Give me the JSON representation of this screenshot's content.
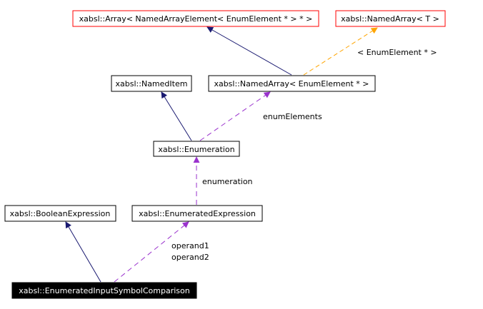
{
  "colors": {
    "inherit_edge": "#191970",
    "usage_edge": "#9a32cd",
    "template_edge": "#ffa500",
    "node_border": "#000000",
    "template_border": "#ff0000",
    "selected_fill": "#000000",
    "selected_text": "#ffffff"
  },
  "nodes": {
    "array": {
      "label": "xabsl::Array< NamedArrayElement< EnumElement * > * >"
    },
    "named_array_t": {
      "label": "xabsl::NamedArray< T >"
    },
    "named_item": {
      "label": "xabsl::NamedItem"
    },
    "named_array_enum": {
      "label": "xabsl::NamedArray< EnumElement * >"
    },
    "enumeration": {
      "label": "xabsl::Enumeration"
    },
    "boolean_expression": {
      "label": "xabsl::BooleanExpression"
    },
    "enumerated_expression": {
      "label": "xabsl::EnumeratedExpression"
    },
    "comparison": {
      "label": "xabsl::EnumeratedInputSymbolComparison"
    }
  },
  "edge_labels": {
    "template_arg": "< EnumElement * >",
    "enum_elements": "enumElements",
    "enumeration": "enumeration",
    "operand1": "operand1",
    "operand2": "operand2"
  }
}
